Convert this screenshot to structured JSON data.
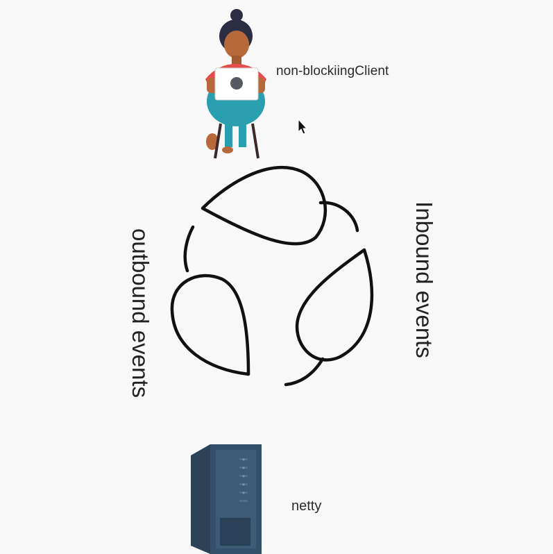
{
  "client": {
    "label": "non-blockiingClient",
    "icon": "person-with-laptop-icon"
  },
  "cycle": {
    "icon": "three-arrow-cycle-icon",
    "inbound_label": "Inbound events",
    "outbound_label": "outbound events"
  },
  "server": {
    "label": "netty",
    "icon": "server-rack-icon"
  },
  "colors": {
    "background": "#f8f8f8",
    "stroke": "#111111",
    "server_blue": "#35506a",
    "person_red": "#e84b4b",
    "person_teal": "#2a9fb0"
  }
}
